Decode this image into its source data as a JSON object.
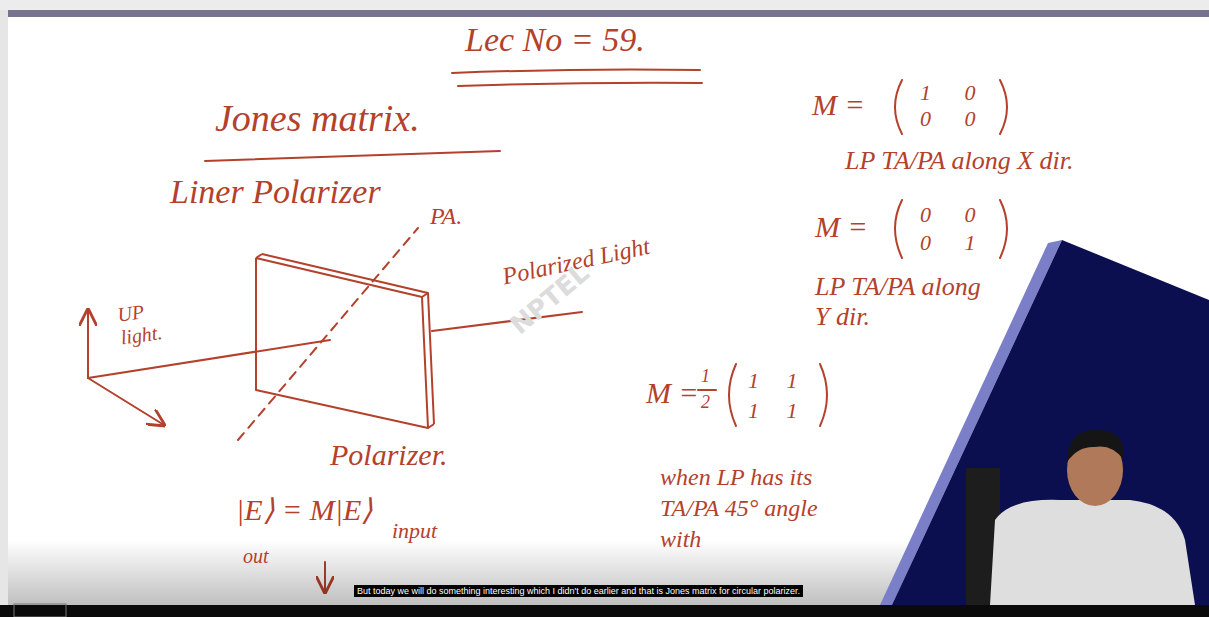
{
  "diagram": {
    "title": "Lec No = 59.",
    "nodes": [
      {
        "text": [
          "Polarizer."
        ]
      }
    ],
    "labels": [
      "Jones matrix.",
      "Liner Polarizer",
      "PA.",
      "UP light.",
      "Polarized Light",
      "|E⟩ = M|E⟩",
      "input",
      "out",
      "M =",
      "1 0",
      "0 0",
      "LP TA/PA along X dir.",
      "M =",
      "0 0",
      "0 1",
      "LP TA/PA along Y dir.",
      "M =",
      "1",
      "2",
      "1 1",
      "1 1",
      "when LP has its TA/PA 45° angle with",
      "NPTEL",
      "But today we will do something interesting which I didn't do earlier and that is Jones matrix for circular polarizer."
    ]
  }
}
